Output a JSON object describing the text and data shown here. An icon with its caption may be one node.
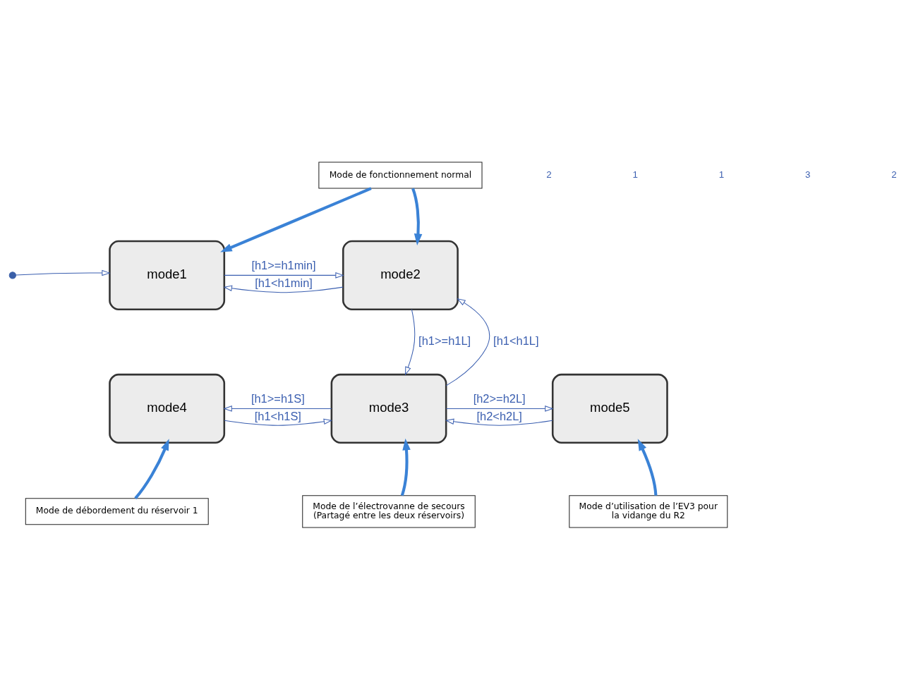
{
  "diagram": {
    "nodes": [
      {
        "text": [
          "Mode de fonctionnement normal"
        ]
      },
      {
        "text": [],
        "shape": "circle"
      },
      {
        "text": [
          "mode1"
        ]
      },
      {
        "text": [
          "mode2"
        ]
      },
      {
        "text": [
          "mode4"
        ]
      },
      {
        "text": [
          "mode3"
        ]
      },
      {
        "text": [
          "mode5"
        ]
      },
      {
        "text": [
          "Mode de débordement du réservoir 1"
        ]
      },
      {
        "text": [
          "Mode de l’électrovanne de secours (Partagé entre les deux réservoirs)"
        ]
      },
      {
        "text": [
          "Mode d’utilisation de l’EV3 pour la vidange du R2"
        ]
      }
    ],
    "edges": [
      {
        "from": 1,
        "to": 2,
        "arrow": "to"
      },
      {
        "from": 0,
        "to": 2,
        "arrow": "to",
        "style": "thick",
        "color": "#3a82d6"
      },
      {
        "from": 0,
        "to": 3,
        "arrow": "to",
        "style": "thick",
        "color": "#3a82d6"
      },
      {
        "from": 2,
        "to": 3,
        "arrow": "to",
        "label": "[h1>=h1min]"
      },
      {
        "from": 3,
        "to": 2,
        "arrow": "to",
        "label": "[h1<h1min]"
      },
      {
        "from": 3,
        "to": 5,
        "arrow": "to",
        "label": "[h1>=h1L]"
      },
      {
        "from": 5,
        "to": 3,
        "arrow": "to",
        "label": "[h1<h1L]"
      },
      {
        "from": 5,
        "to": 4,
        "arrow": "to",
        "label": "[h1>=h1S]"
      },
      {
        "from": 4,
        "to": 5,
        "arrow": "to",
        "label": "[h1<h1S]"
      },
      {
        "from": 5,
        "to": 6,
        "arrow": "to",
        "label": "[h2>=h2L]"
      },
      {
        "from": 6,
        "to": 5,
        "arrow": "to",
        "label": "[h2<h2L]"
      },
      {
        "from": 7,
        "to": 4,
        "arrow": "to",
        "style": "thick",
        "color": "#3a82d6"
      },
      {
        "from": 8,
        "to": 5,
        "arrow": "to",
        "style": "thick",
        "color": "#3a82d6"
      },
      {
        "from": 9,
        "to": 6,
        "arrow": "to",
        "style": "thick",
        "color": "#3a82d6"
      }
    ],
    "labels": [
      "2",
      "1",
      "1",
      "3",
      "2"
    ]
  }
}
